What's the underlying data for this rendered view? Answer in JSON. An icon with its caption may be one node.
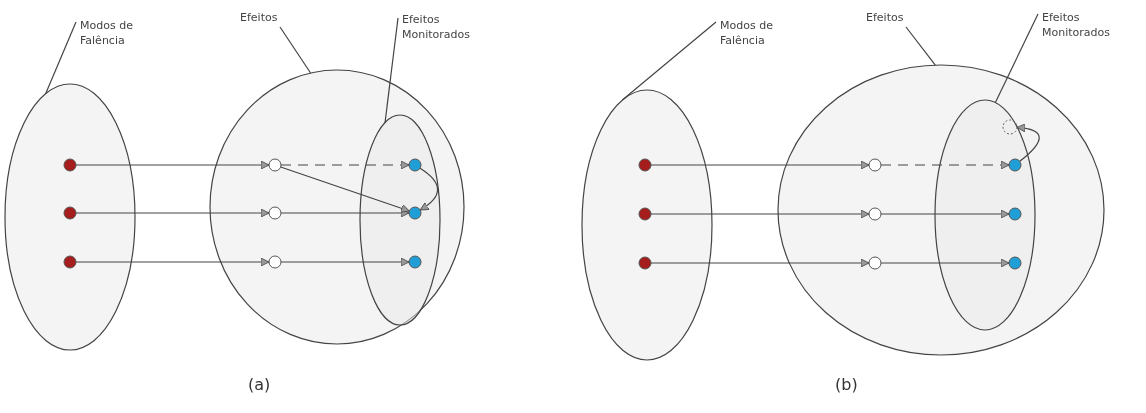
{
  "diagram": {
    "nodes": [
      {
        "text": [
          "Modos de Falência"
        ]
      },
      {
        "text": [],
        "shape": "ellipse"
      },
      {
        "text": [
          "Efeitos"
        ]
      },
      {
        "text": [],
        "shape": "ellipse"
      },
      {
        "text": [
          "Efeitos Monitorados"
        ]
      },
      {
        "text": [],
        "shape": "ellipse",
        "in": 3
      },
      {
        "text": [],
        "shape": "circle",
        "in": 1
      },
      {
        "text": [],
        "shape": "circle",
        "in": 1
      },
      {
        "text": [],
        "shape": "circle",
        "in": 1
      },
      {
        "text": [],
        "shape": "circle",
        "in": 3
      },
      {
        "text": [],
        "shape": "circle",
        "in": 3
      },
      {
        "text": [],
        "shape": "circle",
        "in": 3
      },
      {
        "text": [],
        "shape": "circle",
        "in": 5
      },
      {
        "text": [],
        "shape": "circle",
        "in": 5
      },
      {
        "text": [],
        "shape": "circle",
        "in": 5
      },
      {
        "text": [
          "Modos de Falência"
        ]
      },
      {
        "text": [],
        "shape": "ellipse"
      },
      {
        "text": [
          "Efeitos"
        ]
      },
      {
        "text": [],
        "shape": "ellipse"
      },
      {
        "text": [
          "Efeitos Monitorados"
        ]
      },
      {
        "text": [],
        "shape": "ellipse",
        "in": 18
      },
      {
        "text": [],
        "shape": "circle",
        "in": 20
      },
      {
        "text": [],
        "shape": "circle",
        "in": 16
      },
      {
        "text": [],
        "shape": "circle",
        "in": 16
      },
      {
        "text": [],
        "shape": "circle",
        "in": 16
      },
      {
        "text": [],
        "shape": "circle",
        "in": 18
      },
      {
        "text": [],
        "shape": "circle",
        "in": 18
      },
      {
        "text": [],
        "shape": "circle",
        "in": 18
      },
      {
        "text": [],
        "shape": "circle",
        "in": 20
      },
      {
        "text": [],
        "shape": "circle",
        "in": 20
      },
      {
        "text": [],
        "shape": "circle",
        "in": 20
      }
    ],
    "edges": [
      {
        "from": 0,
        "to": 1,
        "arrow": "none"
      },
      {
        "from": 2,
        "to": 3,
        "arrow": "none"
      },
      {
        "from": 4,
        "to": 5,
        "arrow": "none"
      },
      {
        "from": 6,
        "to": 9,
        "arrow": "to"
      },
      {
        "from": 7,
        "to": 10,
        "arrow": "to"
      },
      {
        "from": 8,
        "to": 11,
        "arrow": "to"
      },
      {
        "from": 9,
        "to": 12,
        "arrow": "to",
        "style": "dashed"
      },
      {
        "from": 10,
        "to": 13,
        "arrow": "to"
      },
      {
        "from": 11,
        "to": 14,
        "arrow": "to"
      },
      {
        "from": 9,
        "to": 13,
        "arrow": "to"
      },
      {
        "from": 12,
        "to": 13,
        "arrow": "to"
      },
      {
        "from": 15,
        "to": 16,
        "arrow": "none"
      },
      {
        "from": 17,
        "to": 18,
        "arrow": "none"
      },
      {
        "from": 19,
        "to": 20,
        "arrow": "none"
      },
      {
        "from": 22,
        "to": 25,
        "arrow": "to"
      },
      {
        "from": 23,
        "to": 26,
        "arrow": "to"
      },
      {
        "from": 24,
        "to": 27,
        "arrow": "to"
      },
      {
        "from": 25,
        "to": 28,
        "arrow": "to",
        "style": "dashed"
      },
      {
        "from": 26,
        "to": 29,
        "arrow": "to"
      },
      {
        "from": 27,
        "to": 30,
        "arrow": "to"
      },
      {
        "from": 28,
        "to": 21,
        "arrow": "to"
      }
    ],
    "labels": [
      "(a)",
      "(b)"
    ]
  }
}
